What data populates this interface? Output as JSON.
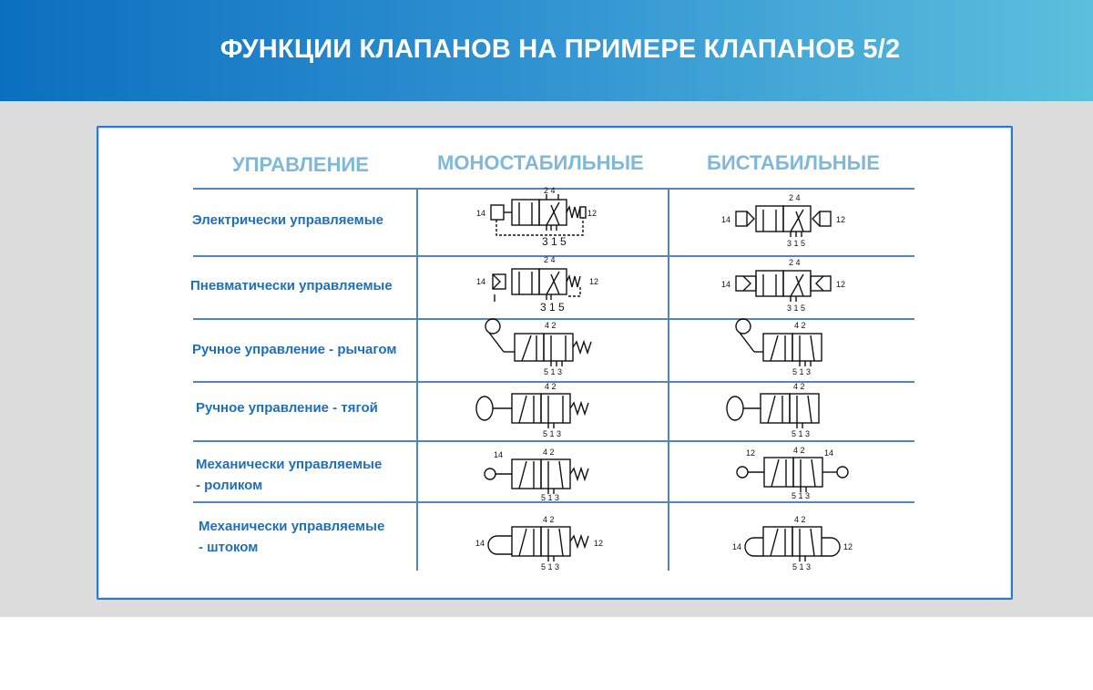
{
  "title": "ФУНКЦИИ КЛАПАНОВ НА ПРИМЕРЕ КЛАПАНОВ 5/2",
  "columns": {
    "control": "УПРАВЛЕНИЕ",
    "mono": "МОНОСТАБИЛЬНЫЕ",
    "bi": "БИСТАБИЛЬНЫЕ"
  },
  "rows": [
    {
      "label": "Электрически управляемые",
      "mono_ports": {
        "left": "14",
        "right": "12",
        "top": "2 4",
        "bottom": "3 1 5"
      },
      "bi_ports": {
        "left": "14",
        "right": "12",
        "top": "2 4",
        "bottom": "3 1 5"
      }
    },
    {
      "label": "Пневматически управляемые",
      "mono_ports": {
        "left": "14",
        "right": "12",
        "top": "2 4",
        "bottom": "3 1 5"
      },
      "bi_ports": {
        "left": "14",
        "right": "12",
        "top": "2 4",
        "bottom": "3 1 5"
      }
    },
    {
      "label": "Ручное управление - рычагом",
      "mono_ports": {
        "top": "4 2",
        "bottom": "5 1 3"
      },
      "bi_ports": {
        "top": "4 2",
        "bottom": "5 1 3"
      }
    },
    {
      "label": "Ручное управление - тягой",
      "mono_ports": {
        "top": "4 2",
        "bottom": "5 1 3"
      },
      "bi_ports": {
        "top": "4 2",
        "bottom": "5 1 3"
      }
    },
    {
      "label": "Механически управляемые",
      "label2": "- роликом",
      "mono_ports": {
        "left": "14",
        "top": "4 2",
        "bottom": "5 1 3"
      },
      "bi_ports": {
        "left": "12",
        "right": "14",
        "top": "4 2",
        "bottom": "5 1 3"
      }
    },
    {
      "label": "Механически управляемые",
      "label2": "- штоком",
      "mono_ports": {
        "left": "14",
        "right": "12",
        "top": "4 2",
        "bottom": "5 1 3"
      },
      "bi_ports": {
        "left": "14",
        "right": "12",
        "top": "4 2",
        "bottom": "5 1 3"
      }
    }
  ]
}
